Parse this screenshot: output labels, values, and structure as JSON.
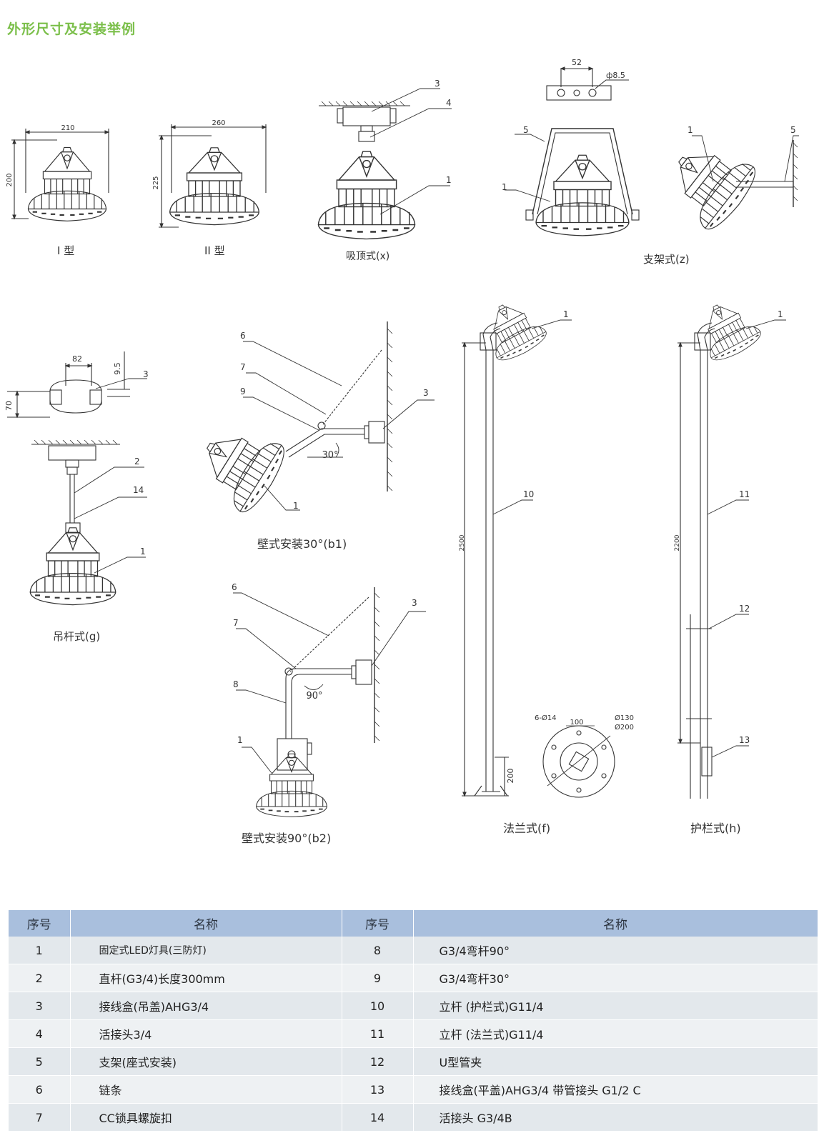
{
  "section_title": "外形尺寸及安装举例",
  "captions": {
    "type1": "I 型",
    "type2": "II 型",
    "ceiling": "吸顶式(x)",
    "bracket": "支架式(z)",
    "pendant": "吊杆式(g)",
    "wall30": "壁式安装30°(b1)",
    "wall90": "壁式安装90°(b2)",
    "flange": "法兰式(f)",
    "rail": "护栏式(h)"
  },
  "dims": {
    "d210": "210",
    "d200": "200",
    "d260": "260",
    "d225": "225",
    "d52": "52",
    "d85": "ф8.5",
    "d82": "82",
    "d95": "9.5",
    "d70": "70",
    "d30deg": "30°",
    "d90deg": "90°",
    "d2500": "2500",
    "d2200": "2200",
    "d200b": "200",
    "d614": "6-Ø14",
    "d100": "100",
    "d130": "Ø130",
    "d200c": "Ø200"
  },
  "callouts": [
    "1",
    "2",
    "3",
    "4",
    "5",
    "6",
    "7",
    "8",
    "9",
    "10",
    "11",
    "12",
    "13",
    "14"
  ],
  "table": {
    "headers": [
      "序号",
      "名称",
      "序号",
      "名称"
    ],
    "rows": [
      {
        "n1": "1",
        "name1": "固定式LED灯具(三防灯)",
        "n2": "8",
        "name2": "G3/4弯杆90°"
      },
      {
        "n1": "2",
        "name1": "直杆(G3/4)长度300mm",
        "n2": "9",
        "name2": "G3/4弯杆30°"
      },
      {
        "n1": "3",
        "name1": "接线盒(吊盖)AHG3/4",
        "n2": "10",
        "name2": "立杆 (护栏式)G11/4"
      },
      {
        "n1": "4",
        "name1": "活接头3/4",
        "n2": "11",
        "name2": "立杆 (法兰式)G11/4"
      },
      {
        "n1": "5",
        "name1": "支架(座式安装)",
        "n2": "12",
        "name2": "U型管夹"
      },
      {
        "n1": "6",
        "name1": "链条",
        "n2": "13",
        "name2": "接线盒(平盖)AHG3/4 带管接头 G1/2 C"
      },
      {
        "n1": "7",
        "name1": "CC锁具螺旋扣",
        "n2": "14",
        "name2": "活接头 G3/4B"
      }
    ]
  },
  "colors": {
    "title": "#7bbf4a",
    "header_bg": "#a9bfdd",
    "row_odd": "#e3e8ec",
    "row_even": "#eef1f3",
    "line": "#333333"
  }
}
